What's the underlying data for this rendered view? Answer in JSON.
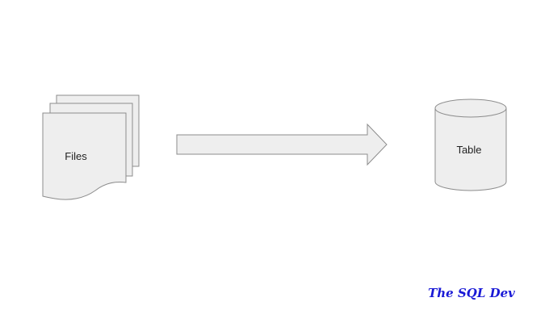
{
  "diagram": {
    "source": {
      "label": "Files",
      "icon": "multiple-documents-icon"
    },
    "connector": {
      "icon": "right-arrow-icon"
    },
    "target": {
      "label": "Table",
      "icon": "database-cylinder-icon"
    }
  },
  "watermark": {
    "text": "The SQL Dev"
  },
  "colors": {
    "shape_fill": "#eeeeee",
    "shape_stroke": "#8c8c8c",
    "label_text": "#222222",
    "watermark_text": "#1a1ad6",
    "background": "#ffffff"
  }
}
